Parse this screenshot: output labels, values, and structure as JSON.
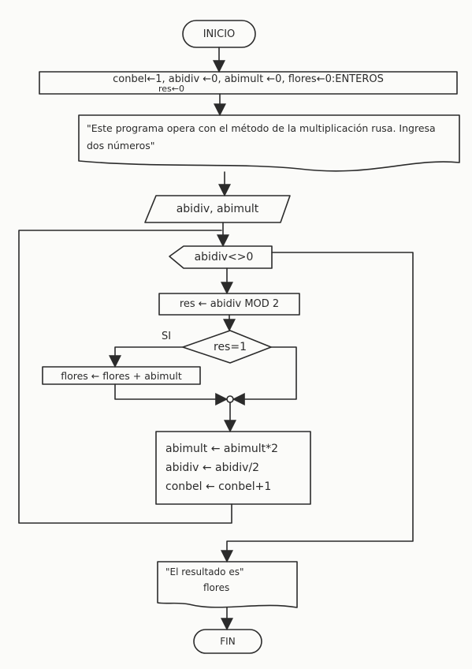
{
  "flow": {
    "start_label": "INICIO",
    "init_line1": "conbel←1, abidiv ←0, abimult ←0, flores←0:ENTEROS",
    "init_line2": "res←0",
    "message_output": "\"Este programa opera con el método de la multiplicación rusa. Ingresa dos números\"",
    "input_label": "abidiv, abimult",
    "loop_condition": "abidiv<>0",
    "assign_res": "res ← abidiv MOD 2",
    "decision": "res=1",
    "decision_yes": "SI",
    "flores_update": "flores ← flores + abimult",
    "update_abimult": "abimult ← abimult*2",
    "update_abidiv": "abidiv ← abidiv/2",
    "update_conbel": "conbel ← conbel+1",
    "result_output_line1": "\"El resultado es\"",
    "result_output_line2": "flores",
    "end_label": "FIN"
  },
  "colors": {
    "ink": "#2b2b2b",
    "paper": "#fbfbf9"
  }
}
